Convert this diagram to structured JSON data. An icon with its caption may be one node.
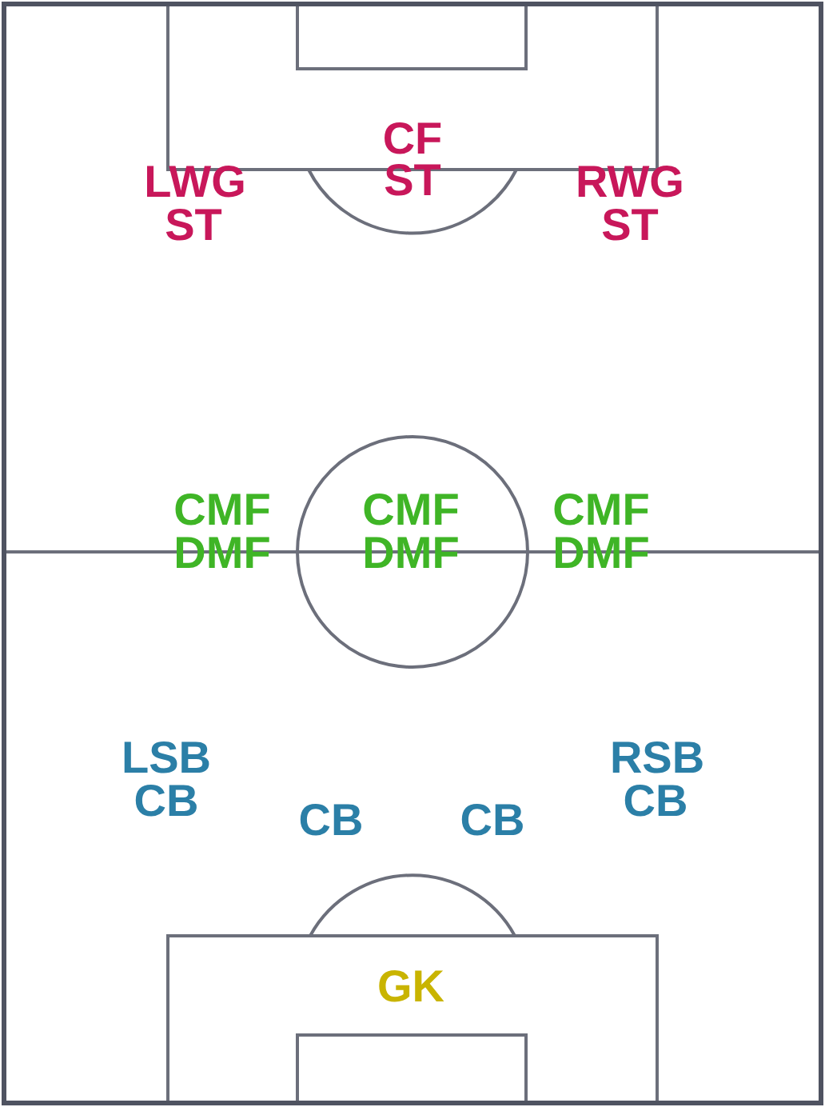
{
  "diagram": {
    "labels": [
      "CF",
      "LWG",
      "ST",
      "RWG",
      "ST",
      "ST",
      "CMF",
      "CMF",
      "CMF",
      "DMF",
      "DMF",
      "DMF",
      "LSB",
      "RSB",
      "CB",
      "CB",
      "CB",
      "CB",
      "GK"
    ]
  }
}
